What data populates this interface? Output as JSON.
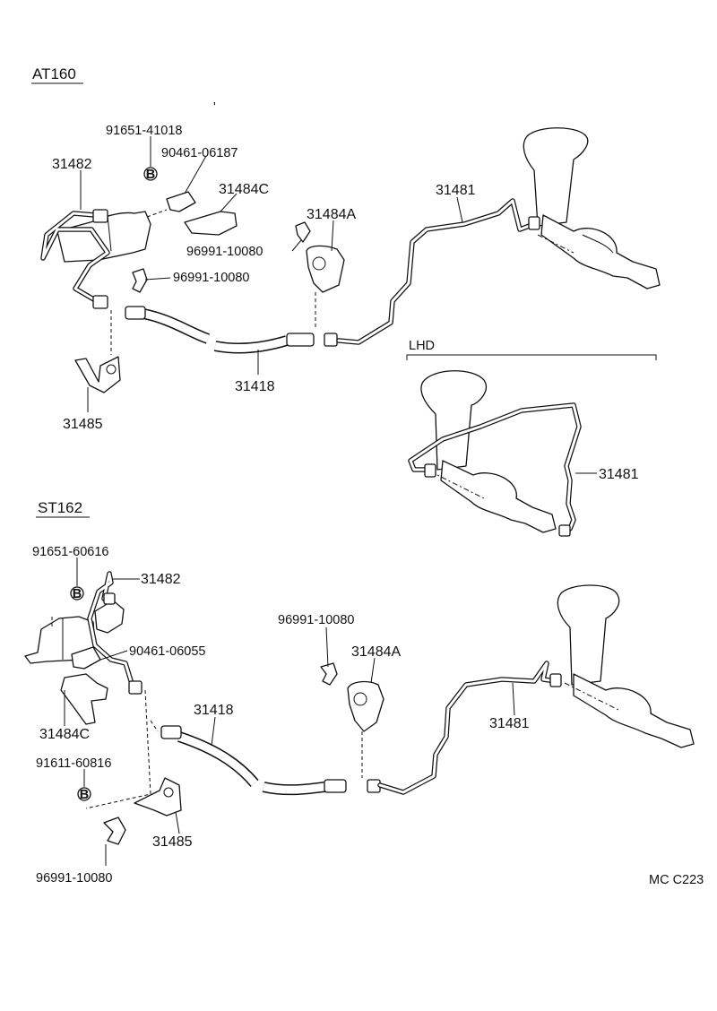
{
  "sections": {
    "at160": "AT160",
    "st162": "ST162",
    "lhd": "LHD"
  },
  "bolt_symbol": "B",
  "labels": {
    "at_91651_41018": "91651-41018",
    "at_90461_06187": "90461-06187",
    "at_31482": "31482",
    "at_31484C": "31484C",
    "at_31484A": "31484A",
    "at_31481": "31481",
    "at_96991_10080_a": "96991-10080",
    "at_96991_10080_b": "96991-10080",
    "at_31418": "31418",
    "at_31485": "31485",
    "lhd_31481": "31481",
    "st_91651_60616": "91651-60616",
    "st_31482": "31482",
    "st_90461_06055": "90461-06055",
    "st_31484C": "31484C",
    "st_91611_60816": "91611-60816",
    "st_31485": "31485",
    "st_96991_10080_bottom": "96991-10080",
    "st_31418": "31418",
    "st_96991_10080_top": "96991-10080",
    "st_31484A": "31484A",
    "st_31481": "31481"
  },
  "figure_code": "MC C223"
}
